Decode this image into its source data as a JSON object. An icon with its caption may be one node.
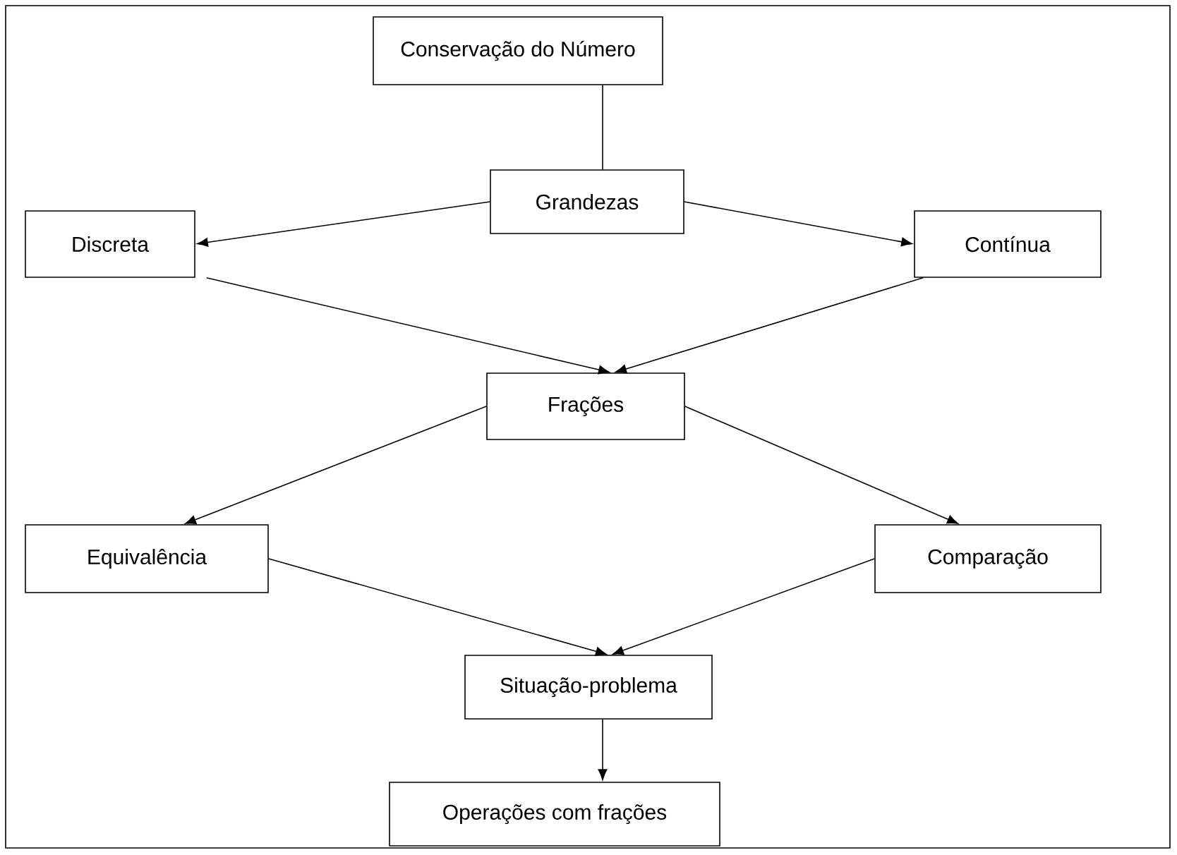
{
  "diagram": {
    "nodes": [
      {
        "text": [
          "Conservação do Número"
        ]
      },
      {
        "text": [
          "Grandezas"
        ]
      },
      {
        "text": [
          "Discreta"
        ]
      },
      {
        "text": [
          "Contínua"
        ]
      },
      {
        "text": [
          "Frações"
        ]
      },
      {
        "text": [
          "Equivalência"
        ]
      },
      {
        "text": [
          "Comparação"
        ]
      },
      {
        "text": [
          "Situação-problema"
        ]
      },
      {
        "text": [
          "Operações com frações"
        ]
      }
    ],
    "edges": [
      {
        "from": 0,
        "to": 1,
        "arrow": "none"
      },
      {
        "from": 1,
        "to": 2,
        "arrow": "to"
      },
      {
        "from": 1,
        "to": 3,
        "arrow": "to"
      },
      {
        "from": 2,
        "to": 4,
        "arrow": "to"
      },
      {
        "from": 3,
        "to": 4,
        "arrow": "to"
      },
      {
        "from": 4,
        "to": 5,
        "arrow": "to"
      },
      {
        "from": 4,
        "to": 6,
        "arrow": "to"
      },
      {
        "from": 5,
        "to": 7,
        "arrow": "to"
      },
      {
        "from": 6,
        "to": 7,
        "arrow": "to"
      },
      {
        "from": 7,
        "to": 8,
        "arrow": "to"
      }
    ]
  }
}
